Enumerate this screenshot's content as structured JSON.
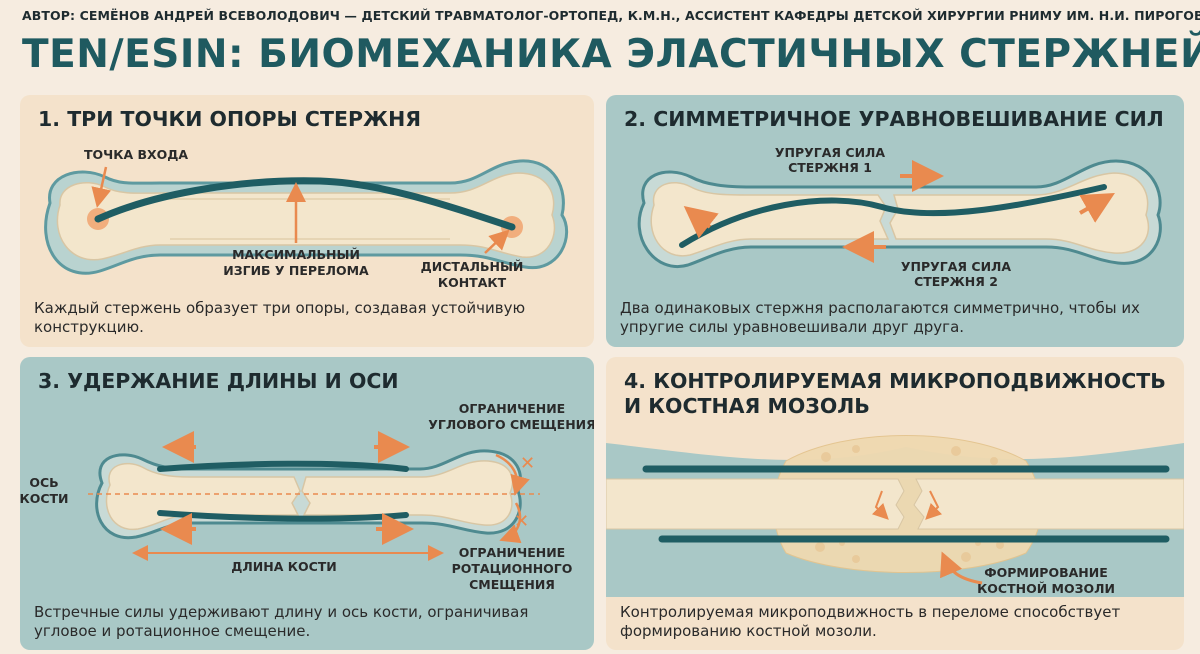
{
  "author": "АВТОР: СЕМЁНОВ АНДРЕЙ ВСЕВОЛОДОВИЧ — ДЕТСКИЙ ТРАВМАТОЛОГ-ОРТОПЕД, К.М.Н., АССИСТЕНТ КАФЕДРЫ ДЕТСКОЙ ХИРУРГИИ РНИМУ ИМ. Н.И. ПИРОГОВА.",
  "title": "TEN/ESIN: БИОМЕХАНИКА ЭЛАСТИЧНЫХ СТЕРЖНЕЙ",
  "colors": {
    "teal_dark": "#1f5a60",
    "rod": "#1f5d63",
    "arrow": "#e98a4f",
    "bone": "#f3e6cc",
    "panel_light": "#f4e2cb",
    "panel_teal": "#a9c8c6"
  },
  "panel1": {
    "title": "1. ТРИ ТОЧКИ ОПОРЫ СТЕРЖНЯ",
    "entry": "ТОЧКА ВХОДА",
    "max_bend_1": "МАКСИМАЛЬНЫЙ",
    "max_bend_2": "ИЗГИБ У ПЕРЕЛОМА",
    "distal_1": "ДИСТАЛЬНЫЙ",
    "distal_2": "КОНТАКТ",
    "desc": "Каждый стержень образует три опоры, создавая устойчивую конструкцию."
  },
  "panel2": {
    "title": "2. СИММЕТРИЧНОЕ УРАВНОВЕШИВАНИЕ СИЛ",
    "force1_1": "УПРУГАЯ СИЛА",
    "force1_2": "СТЕРЖНЯ 1",
    "force2_1": "УПРУГАЯ СИЛА",
    "force2_2": "СТЕРЖНЯ 2",
    "desc": "Два одинаковых стержня располагаются симметрично, чтобы их упругие силы уравновешивали друг друга."
  },
  "panel3": {
    "title": "3. УДЕРЖАНИЕ ДЛИНЫ И ОСИ",
    "axis_1": "ОСЬ",
    "axis_2": "КОСТИ",
    "angular_1": "ОГРАНИЧЕНИЕ",
    "angular_2": "УГЛОВОГО СМЕЩЕНИЯ",
    "rot_1": "ОГРАНИЧЕНИЕ",
    "rot_2": "РОТАЦИОННОГО",
    "rot_3": "СМЕЩЕНИЯ",
    "length": "ДЛИНА КОСТИ",
    "desc": "Встречные силы удерживают длину и ось кости, ограничивая угловое и ротационное смещение."
  },
  "panel4": {
    "title_1": "4. КОНТРОЛИРУЕМАЯ МИКРОПОДВИЖНОСТЬ",
    "title_2": "И КОСТНАЯ МОЗОЛЬ",
    "callus_1": "ФОРМИРОВАНИЕ",
    "callus_2": "КОСТНОЙ МОЗОЛИ",
    "desc": "Контролируемая микроподвижность в переломе способствует формированию костной мозоли."
  }
}
